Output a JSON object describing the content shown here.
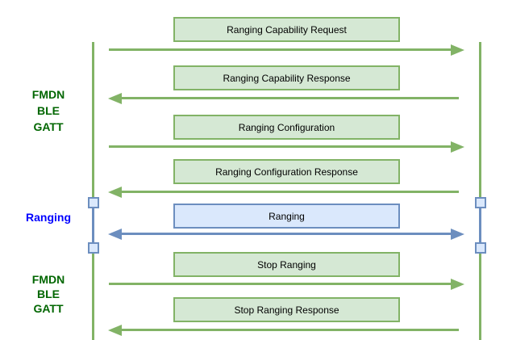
{
  "diagram": {
    "type": "sequence-diagram",
    "lanes": [
      {
        "id": "fmdn-ble-gatt-top",
        "lines": [
          "FMDN",
          "BLE",
          "GATT"
        ],
        "color": "#006600"
      },
      {
        "id": "ranging",
        "lines": [
          "Ranging"
        ],
        "color": "#0000ff"
      },
      {
        "id": "fmdn-ble-gatt-bottom",
        "lines": [
          "FMDN",
          "BLE",
          "GATT"
        ],
        "color": "#006600"
      }
    ],
    "messages": [
      {
        "label": "Ranging Capability Request",
        "direction": "right",
        "scheme": "green"
      },
      {
        "label": "Ranging Capability Response",
        "direction": "left",
        "scheme": "green"
      },
      {
        "label": "Ranging Configuration",
        "direction": "right",
        "scheme": "green"
      },
      {
        "label": "Ranging Configuration Response",
        "direction": "left",
        "scheme": "green"
      },
      {
        "label": "Ranging",
        "direction": "both",
        "scheme": "blue"
      },
      {
        "label": "Stop Ranging",
        "direction": "right",
        "scheme": "green"
      },
      {
        "label": "Stop Ranging Response",
        "direction": "left",
        "scheme": "green"
      }
    ],
    "colors": {
      "background": "#ffffff",
      "green_fill": "#d5e8d4",
      "green_stroke": "#82b366",
      "blue_fill": "#dae8fc",
      "blue_stroke": "#6c8ebf",
      "label_green": "#006600",
      "label_blue": "#0000ff",
      "box_text": "#000000"
    }
  }
}
